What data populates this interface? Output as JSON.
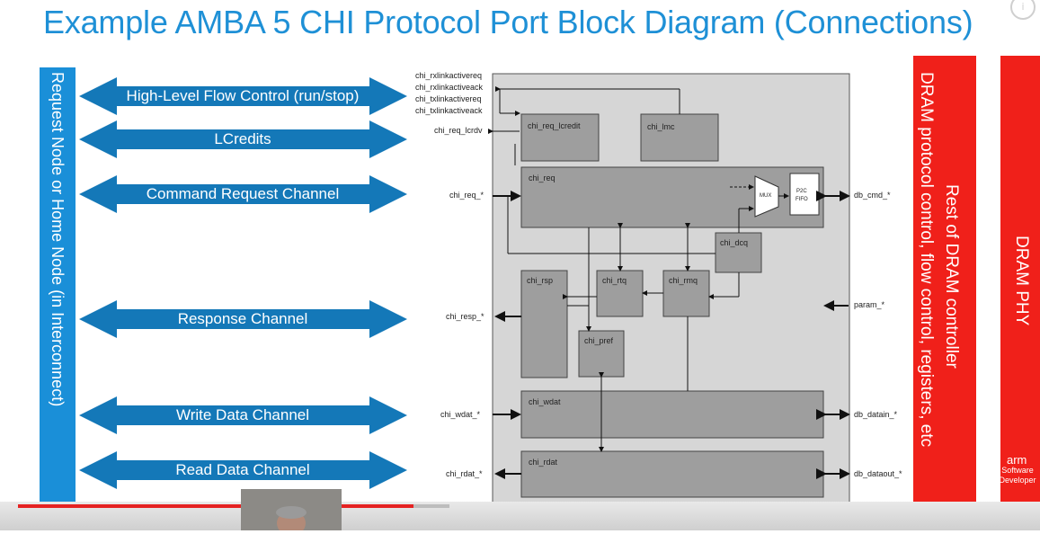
{
  "slide": {
    "title": "Example AMBA 5 CHI Protocol Port Block Diagram (Connections)"
  },
  "left_bar": {
    "label": "Request Node or Home Node (in Interconnect)"
  },
  "channels": [
    {
      "label": "High-Level Flow Control (run/stop)"
    },
    {
      "label": "LCredits"
    },
    {
      "label": "Command Request Channel"
    },
    {
      "label": "Response Channel"
    },
    {
      "label": "Write Data Channel"
    },
    {
      "label": "Read Data Channel"
    }
  ],
  "signals_left": [
    "chi_rxlinkactivereq",
    "chi_rxlinkactiveack",
    "chi_txlinkactivereq",
    "chi_txlinkactiveack",
    "chi_req_lcrdv",
    "chi_req_*",
    "chi_resp_*",
    "chi_wdat_*",
    "chi_rdat_*"
  ],
  "blocks": {
    "req_lcredit": "chi_req_lcredit",
    "lmc": "chi_lmc",
    "req": "chi_req",
    "dcq": "chi_dcq",
    "rsp": "chi_rsp",
    "rtq": "chi_rtq",
    "rmq": "chi_rmq",
    "pref": "chi_pref",
    "wdat": "chi_wdat",
    "rdat": "chi_rdat",
    "mux": "MUX",
    "fifo_line1": "P2C",
    "fifo_line2": "FIFO"
  },
  "signals_right": {
    "cmd": "db_cmd_*",
    "param": "param_*",
    "datain": "db_datain_*",
    "dataout": "db_dataout_*"
  },
  "right_bars": {
    "controller": "Rest of DRAM controller",
    "controller_detail": "DRAM protocol control, flow control, registers, etc",
    "phy": "DRAM PHY"
  },
  "watermark": {
    "brand": "arm",
    "sub": "Software Developer"
  },
  "colors": {
    "title_blue": "#1e90d6",
    "bar_blue": "#1a8fd8",
    "arrow_blue": "#1478b8",
    "red": "#f0201a",
    "block_fill": "#9e9e9e",
    "panel_fill": "#d6d6d6"
  }
}
